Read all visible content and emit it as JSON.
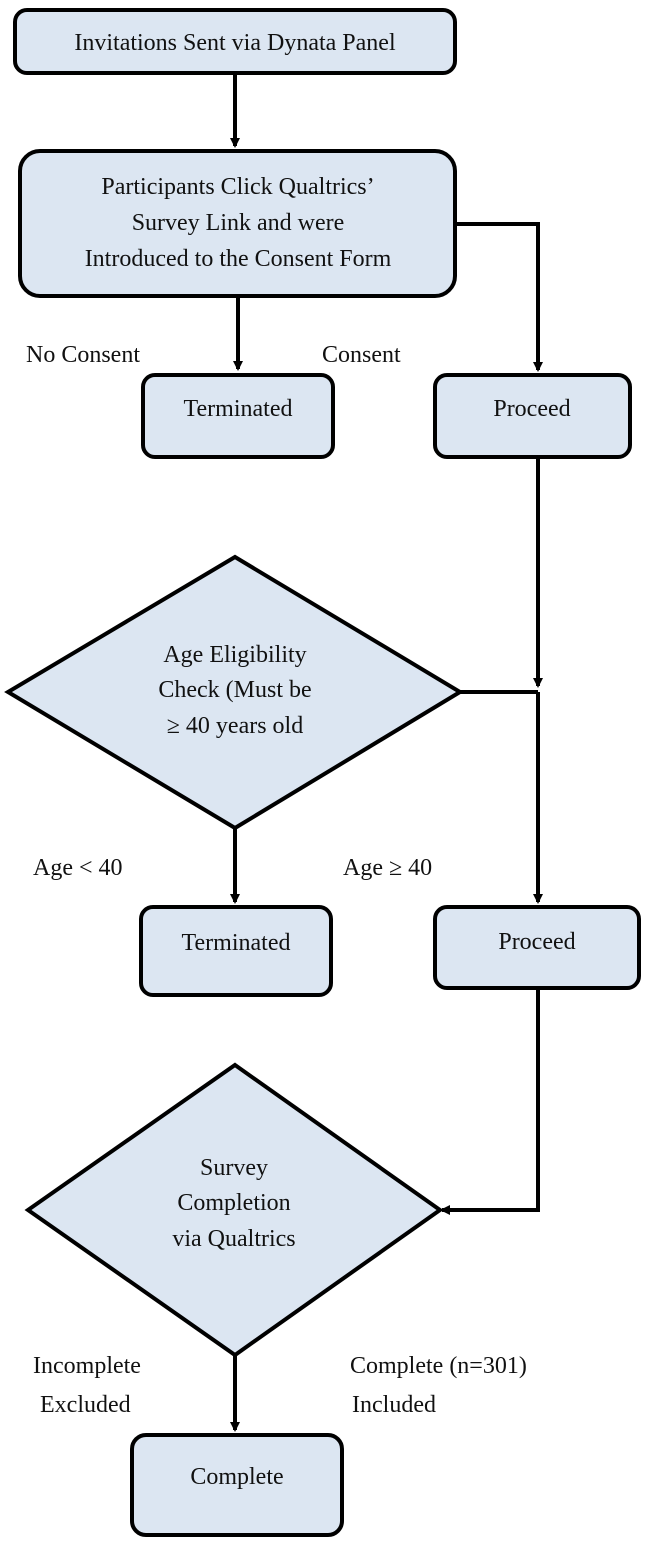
{
  "nodes": {
    "invitations": {
      "lines": [
        "Invitations Sent via Dynata Panel"
      ]
    },
    "consent_form": {
      "lines": [
        "Participants Click Qualtrics’",
        "Survey Link and were",
        "Introduced to the Consent Form"
      ]
    },
    "terminated_1": {
      "lines": [
        "Terminated"
      ]
    },
    "proceed_1": {
      "lines": [
        "Proceed"
      ]
    },
    "age_check": {
      "lines": [
        "Age Eligibility",
        "Check (Must be",
        "≥ 40 years old"
      ]
    },
    "terminated_2": {
      "lines": [
        "Terminated"
      ]
    },
    "proceed_2": {
      "lines": [
        "Proceed"
      ]
    },
    "survey_completion": {
      "lines": [
        "Survey",
        "Completion",
        "via Qualtrics"
      ]
    },
    "complete": {
      "lines": [
        "Complete"
      ]
    }
  },
  "edge_labels": {
    "no_consent": [
      "No Consent"
    ],
    "consent": [
      "Consent"
    ],
    "age_under": [
      "Age < 40"
    ],
    "age_over": [
      "Age ≥ 40"
    ],
    "incomplete": [
      "Incomplete",
      "Excluded"
    ],
    "complete_included": [
      "Complete (n=301)",
      "Included"
    ]
  },
  "colors": {
    "node_fill": "#dce6f2",
    "stroke": "#000000"
  }
}
